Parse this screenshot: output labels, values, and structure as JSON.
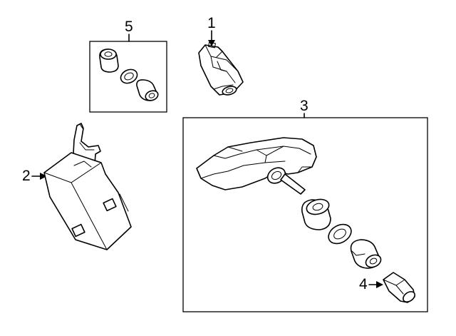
{
  "callouts": {
    "c1": "1",
    "c2": "2",
    "c3": "3",
    "c4": "4",
    "c5": "5"
  },
  "icons": {
    "receiver": "tpms-receiver-module-icon",
    "sensor": "tire-pressure-sensor-icon",
    "plug": "connector-plug-icon",
    "cap": "valve-cap-icon",
    "kit": "valve-service-kit-icon"
  },
  "colors": {
    "line": "#000000",
    "background": "#ffffff"
  }
}
